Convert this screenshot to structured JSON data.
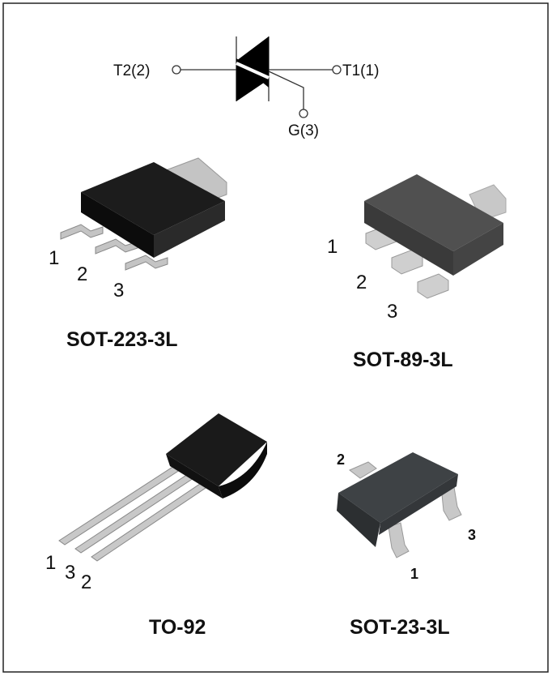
{
  "symbol": {
    "terminal_t2": "T2(2)",
    "terminal_t1": "T1(1)",
    "terminal_gate": "G(3)",
    "device": "triac-icon"
  },
  "packages": [
    {
      "name": "SOT-223-3L",
      "pins": [
        "1",
        "2",
        "3"
      ],
      "body_color": "#151515"
    },
    {
      "name": "SOT-89-3L",
      "pins": [
        "1",
        "2",
        "3"
      ],
      "body_color": "#4a4a4a"
    },
    {
      "name": "TO-92",
      "pins": [
        "1",
        "3",
        "2"
      ],
      "body_color": "#151515"
    },
    {
      "name": "SOT-23-3L",
      "pins": [
        "2",
        "3",
        "1"
      ],
      "body_color": "#3e4245"
    }
  ],
  "colors": {
    "lead": "#c8c8c8",
    "border": "#222222"
  }
}
